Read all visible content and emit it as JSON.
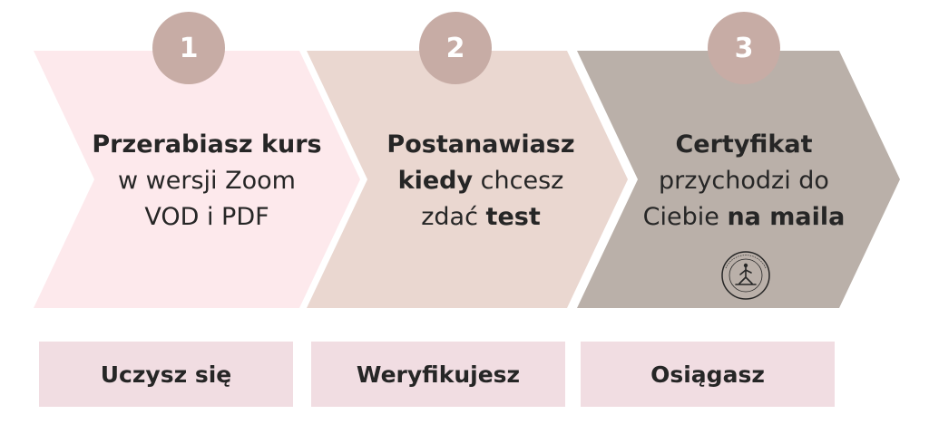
{
  "steps": [
    {
      "number": "1",
      "line1_bold": "Przerabiasz kurs",
      "line2": "w wersji Zoom",
      "line3": "VOD i PDF",
      "label": "Uczysz się",
      "arrow_color": "#fde9ec",
      "circle_color": "#c7aca5"
    },
    {
      "number": "2",
      "line1_bold": "Postanawiasz",
      "line2_bold": "kiedy",
      "line2_rest": " chcesz",
      "line3_pre": "zdać ",
      "line3_bold": "test",
      "label": "Weryfikujesz",
      "arrow_color": "#ead7d0",
      "circle_color": "#c7aca5"
    },
    {
      "number": "3",
      "line1_bold": "Certyfikat",
      "line2": "przychodzi do",
      "line3_pre": "Ciebie ",
      "line3_bold": "na maila",
      "label": "Osiągasz",
      "arrow_color": "#bab0a9",
      "circle_color": "#c7aca5"
    }
  ],
  "seal": {
    "icon": "yoga-seal-logo",
    "text": "AKADEMIA YOGA PILATES METHOD"
  },
  "colors": {
    "label_box": "#f1dde2",
    "text": "#262626"
  }
}
